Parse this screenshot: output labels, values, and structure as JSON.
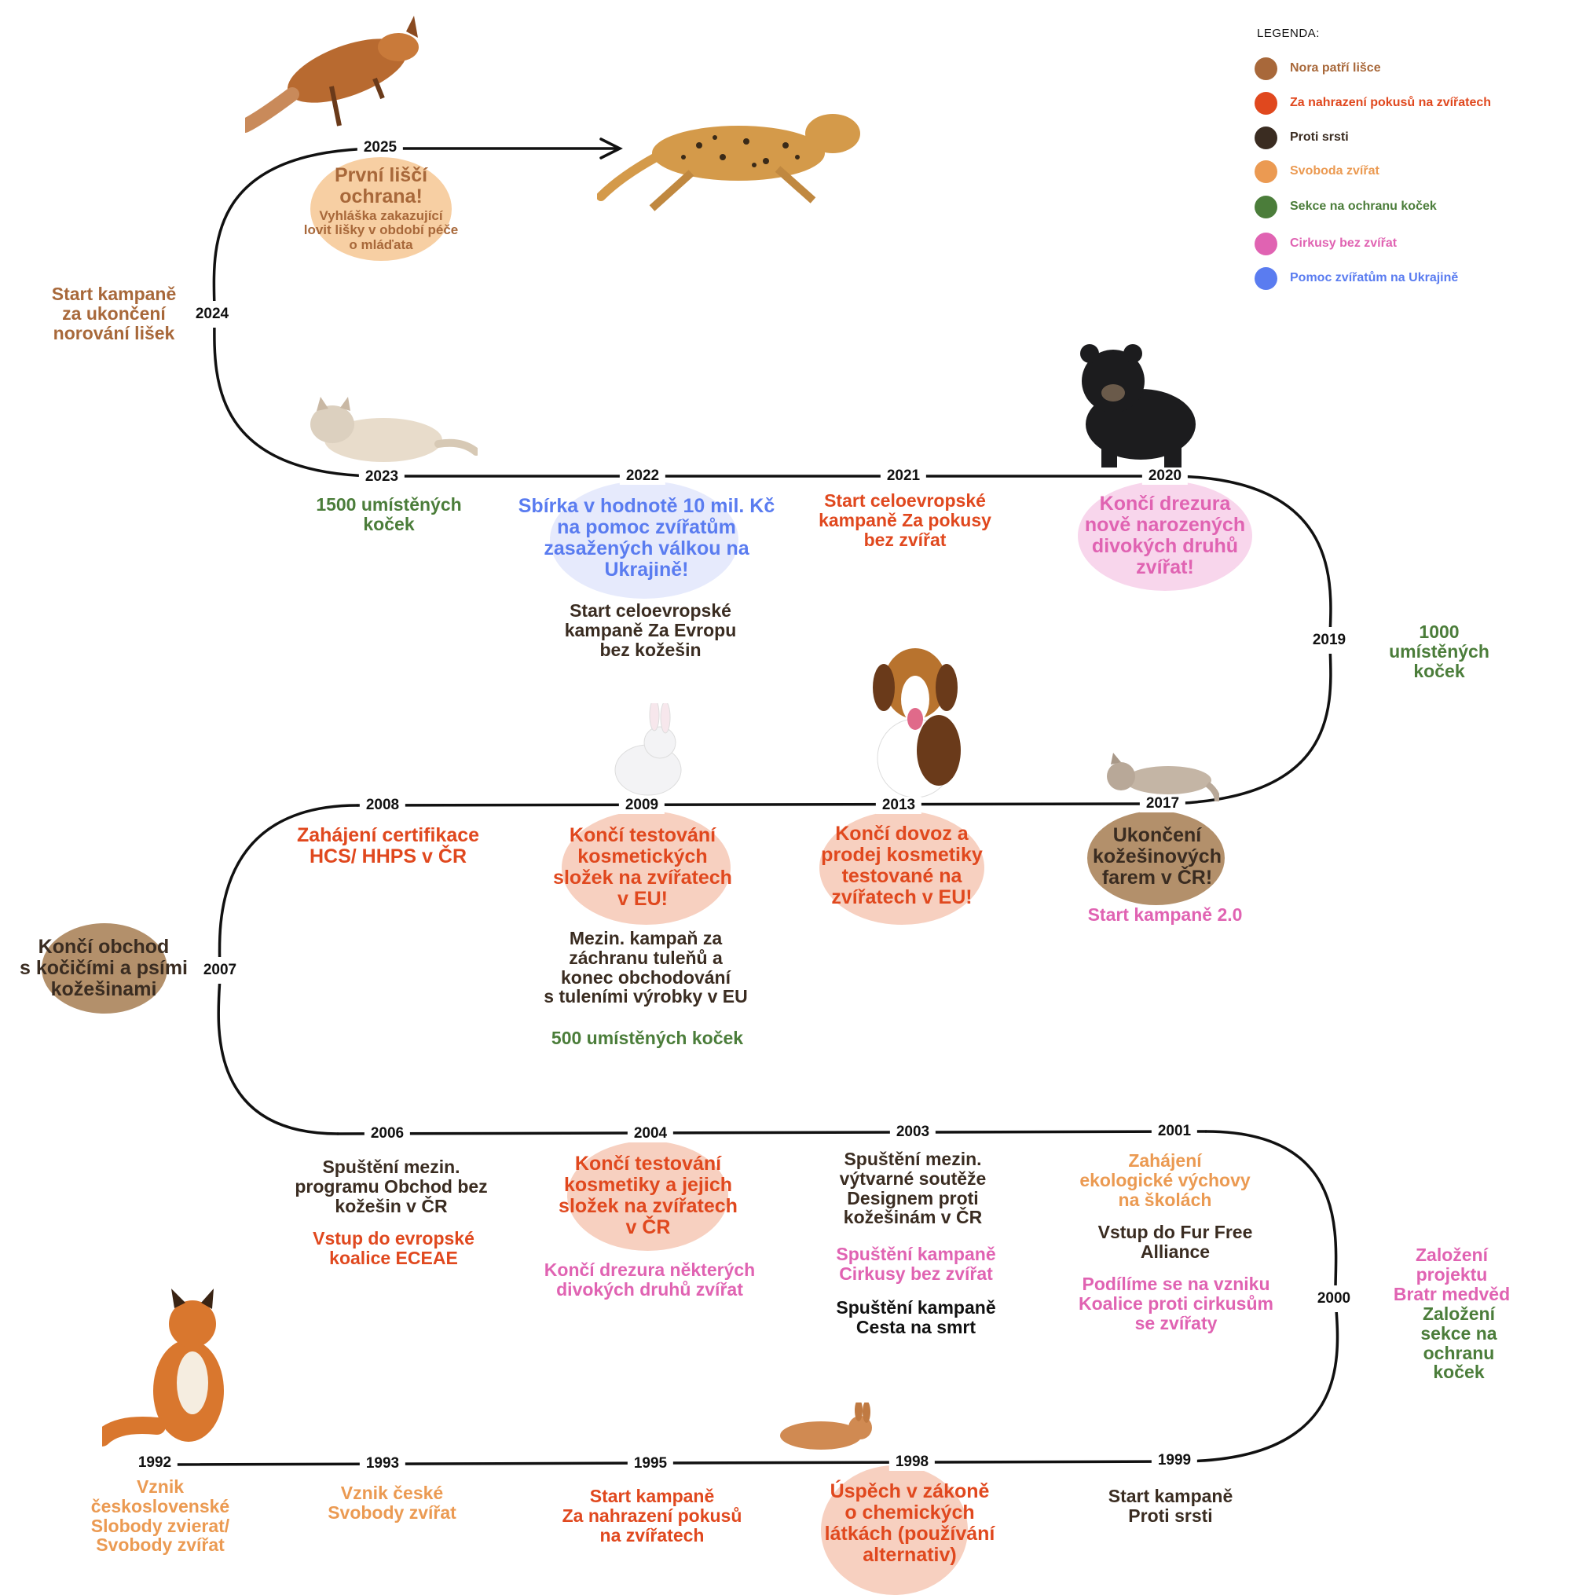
{
  "legend": {
    "title": "LEGENDA:",
    "items": [
      {
        "label": "Nora patří lišce",
        "color": "#a8683a"
      },
      {
        "label": "Za nahrazení pokusů na zvířatech",
        "color": "#e0481e"
      },
      {
        "label": "Proti srsti",
        "color": "#3a2c21"
      },
      {
        "label": "Svoboda zvířat",
        "color": "#eb9a52"
      },
      {
        "label": "Sekce na ochranu koček",
        "color": "#4b7d3a"
      },
      {
        "label": "Cirkusy bez zvířat",
        "color": "#e063b2"
      },
      {
        "label": "Pomoc zvířatům na Ukrajině",
        "color": "#5a7cf0"
      }
    ]
  },
  "colors": {
    "nora": "#a8683a",
    "pokusy": "#e0481e",
    "srst": "#3a2c21",
    "svoboda": "#eb9a52",
    "kocky": "#4b7d3a",
    "cirkus": "#e063b2",
    "ukrajina": "#5a7cf0",
    "line": "#111111"
  },
  "years": {
    "y2025": "2025",
    "y2024": "2024",
    "y2023": "2023",
    "y2022": "2022",
    "y2021": "2021",
    "y2020": "2020",
    "y2019": "2019",
    "y2017": "2017",
    "y2013": "2013",
    "y2009": "2009",
    "y2008": "2008",
    "y2007": "2007",
    "y2006": "2006",
    "y2004": "2004",
    "y2003": "2003",
    "y2001": "2001",
    "y2000": "2000",
    "y1999": "1999",
    "y1998": "1998",
    "y1995": "1995",
    "y1993": "1993",
    "y1992": "1992"
  },
  "events": {
    "e2025_title": "První liščí\nochrana!",
    "e2025_sub": "Vyhláška zakazující\nlovit lišky v období péče\no mláďata",
    "e2024": "Start kampaně\nza ukončení\nnorování lišek",
    "e2023": "1500 umístěných\nkoček",
    "e2022_a": "Sbírka v hodnotě 10 mil. Kč\nna pomoc zvířatům\nzasažených válkou na\nUkrajině!",
    "e2022_b": "Start celoevropské\nkampaně Za Evropu\nbez kožešin",
    "e2021": "Start celoevropské\nkampaně Za pokusy\nbez zvířat",
    "e2020": "Končí drezura\nnově narozených\ndivokých druhů\nzvířat!",
    "e2019": "1000 umístěných\nkoček",
    "e2017_a": "Ukončení\nkožešinových\nfarem v ČR!",
    "e2017_b": "Start kampaně 2.0",
    "e2013": "Končí dovoz a\nprodej kosmetiky\ntestované na\nzvířatech v EU!",
    "e2009_a": "Končí testování\nkosmetických\nsložek na zvířatech\nv EU!",
    "e2009_b": "Mezin. kampaň za\nzáchranu tuleňů a\nkonec obchodování\ns tuleními výrobky v EU",
    "e2009_c": "500 umístěných koček",
    "e2008": "Zahájení certifikace\nHCS/ HHPS v ČR",
    "e2007": "Končí obchod\ns kočičími a psími\nkožešinami",
    "e2006_a": "Spuštění mezin.\nprogramu Obchod bez\nkožešin v ČR",
    "e2006_b": "Vstup do evropské\nkoalice ECEAE",
    "e2004_a": "Končí testování\nkosmetiky a jejich\nsložek na zvířatech\nv ČR",
    "e2004_b": "Končí drezura některých\ndivokých druhů zvířat",
    "e2003_a": "Spuštění mezin.\nvýtvarné soutěže\nDesignem proti\nkožešinám v ČR",
    "e2003_b": "Spuštění kampaně\nCirkusy bez zvířat",
    "e2003_c": "Spuštění kampaně\nCesta na smrt",
    "e2001_a": "Zahájení\nekologické výchovy\nna školách",
    "e2001_b": "Vstup do Fur Free\nAlliance",
    "e2001_c": "Podílíme se na vzniku\nKoalice proti cirkusům\nse zvířaty",
    "e2000_a": "Založení projektu\nBratr medvěd",
    "e2000_b": "Založení sekce na\nochranu koček",
    "e1999": "Start kampaně\nProti srsti",
    "e1998": "Úspěch v zákoně\no chemických\nlátkách (používání\nalternativ)",
    "e1995": "Start kampaně\nZa nahrazení pokusů\nna zvířatech",
    "e1993": "Vznik české\nSvobody zvířat",
    "e1992": "Vznik\nčeskoslovenské\nSlobody zvierat/\nSvobody zvířat"
  }
}
